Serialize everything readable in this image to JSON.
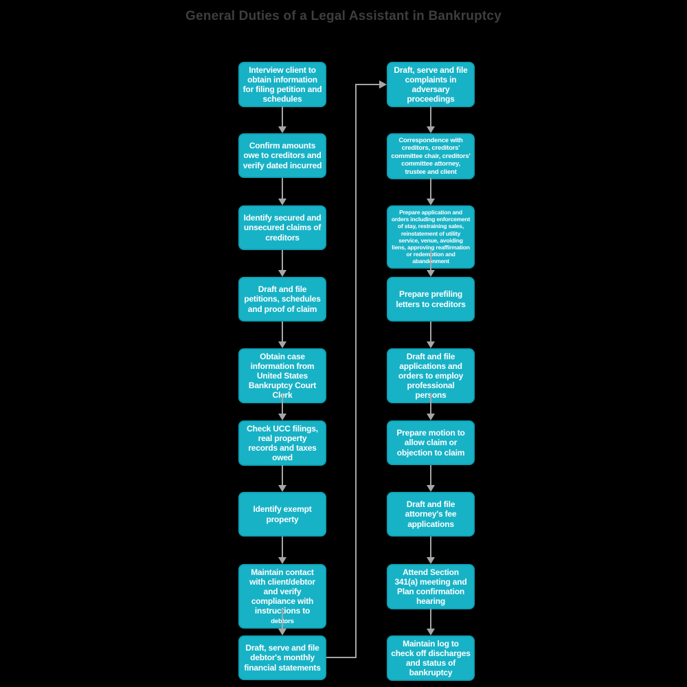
{
  "title": "General Duties of a Legal Assistant in Bankruptcy",
  "flowchart": {
    "left_column": [
      "Interview client to obtain information for filing petition and schedules",
      "Confirm amounts owe to creditors and verify dated incurred",
      "Identify secured and unsecured claims of creditors",
      "Draft and file petitions, schedules and proof of claim",
      "Obtain case information from United States Bankruptcy Court Clerk",
      "Check UCC filings, real property records and taxes owed",
      "Identify exempt property",
      {
        "main": "Maintain contact with client/debtor and verify compliance with instructions to",
        "small": "debtors"
      },
      "Draft, serve and file debtor's monthly financial statements"
    ],
    "right_column": [
      "Draft, serve and file complaints in adversary proceedings",
      "Correspondence with creditors, creditors' committee chair, creditors' committee attorney, trustee and client",
      "Prepare application and orders including enforcement of stay, restraining sales, reinstatement of utility service, venue, avoiding liens, approving reaffirmation or redemption and abandonment",
      "Prepare prefiling letters to creditors",
      "Draft and file applications and orders to employ professional persons",
      "Prepare motion to allow claim or objection to claim",
      "Draft and file attorney's fee applications",
      "Attend Section 341(a) meeting and Plan confirmation hearing",
      "Maintain log to check off discharges and status of bankruptcy"
    ],
    "colors": {
      "background": "#000000",
      "node_fill": "#18B2C6",
      "node_border": "#0FA2B6",
      "node_text": "#FFFFFF",
      "connector": "#A6A6A6",
      "title_text": "#3E3E3E"
    }
  }
}
